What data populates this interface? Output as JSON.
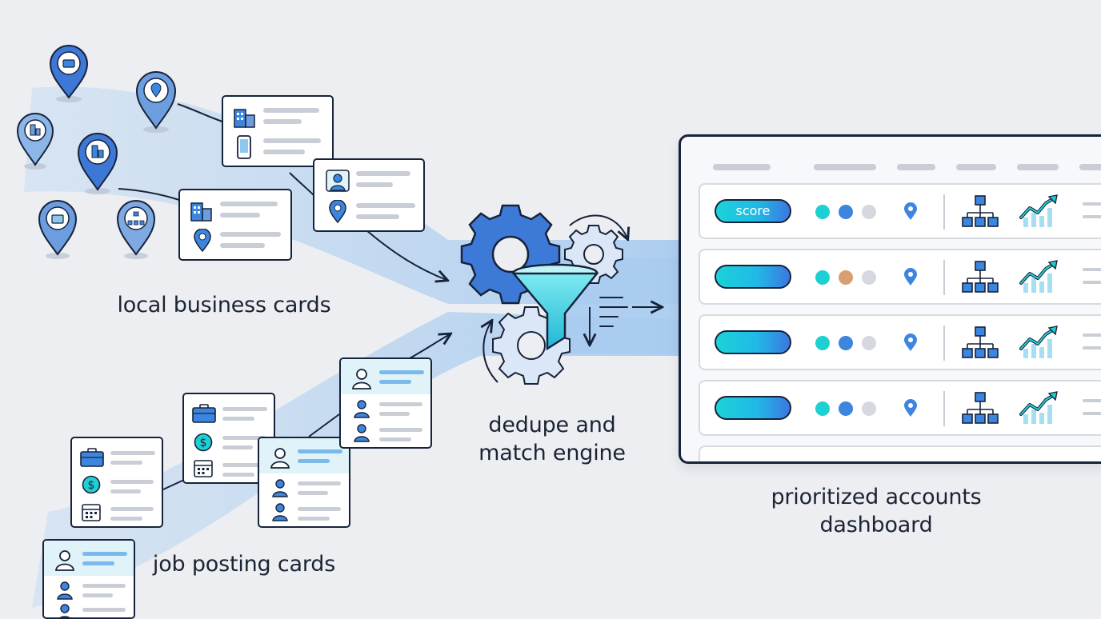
{
  "labels": {
    "local": "local business cards",
    "jobs": "job posting cards",
    "engine_line1": "dedupe and",
    "engine_line2": "match engine",
    "dashboard_line1": "prioritized accounts",
    "dashboard_line2": "dashboard"
  },
  "dashboard": {
    "score_label": "score",
    "rows": [
      {
        "dot2_color": "#3d86e0"
      },
      {
        "dot2_color": "#d8a070"
      },
      {
        "dot2_color": "#3d86e0"
      },
      {
        "dot2_color": "#3d86e0"
      }
    ]
  },
  "colors": {
    "outline": "#17233b",
    "blue": "#3d86e0",
    "teal": "#1fd0d3",
    "flow": "#b8d3ef",
    "pin_fill": "#5b8fd6",
    "muted": "#c9ced6"
  },
  "icons": {
    "pins": [
      "briefcase-icon",
      "location-icon",
      "building-icon",
      "building-icon",
      "shop-icon",
      "org-chart-icon"
    ],
    "local_card": [
      "building-icon",
      "phone-icon",
      "user-icon",
      "location-icon"
    ],
    "job_card": [
      "briefcase-icon",
      "dollar-icon",
      "calendar-icon",
      "user-icon"
    ],
    "dashboard_row": [
      "location-icon",
      "org-chart-icon",
      "trend-chart-icon"
    ],
    "engine": [
      "gear-icon",
      "funnel-icon"
    ]
  }
}
